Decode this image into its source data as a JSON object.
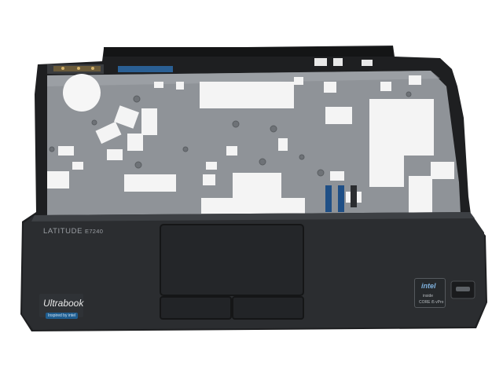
{
  "product": {
    "brand_label": "LATITUDE",
    "model_label": "E7240"
  },
  "ultrabook_badge": {
    "label": "Ultrabook",
    "sub_label": "Inspired by intel"
  },
  "intel_badge": {
    "brand": "intel",
    "line1": "inside",
    "line2": "CORE i5 vPro"
  },
  "colors": {
    "background": "#ffffff",
    "palmrest_black": "#2b2d30",
    "frame_black": "#1e1f21",
    "metal_shield": "#8f9398",
    "label_white": "#f4f4f4",
    "badge_blue": "#1f5d8f"
  }
}
